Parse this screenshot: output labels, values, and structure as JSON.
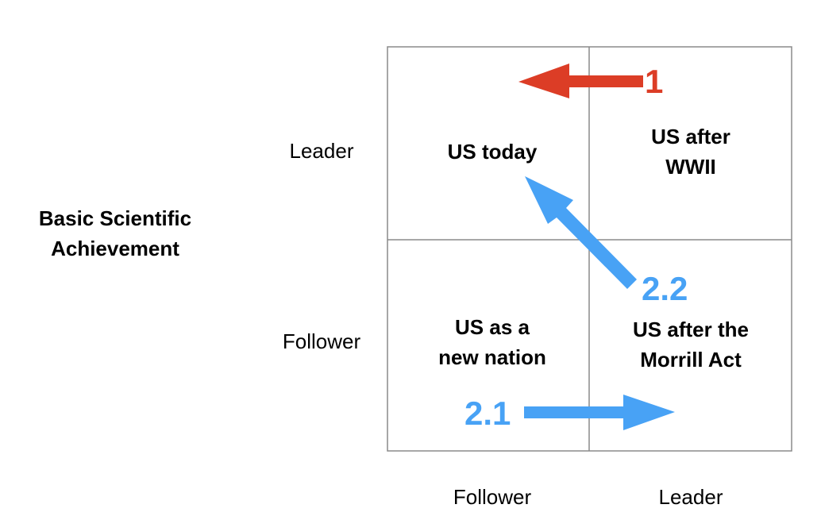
{
  "y_axis": {
    "title_line1": "Basic Scientific",
    "title_line2": "Achievement",
    "top_label": "Leader",
    "bottom_label": "Follower"
  },
  "x_axis": {
    "left_label": "Follower",
    "right_label": "Leader"
  },
  "quadrants": {
    "top_left": {
      "line1": "US today"
    },
    "top_right": {
      "line1": "US after",
      "line2": "WWII"
    },
    "bottom_left": {
      "line1": "US as a",
      "line2": "new nation"
    },
    "bottom_right": {
      "line1": "US after the",
      "line2": "Morrill Act"
    }
  },
  "arrows": {
    "a1": {
      "label": "1",
      "color": "#dc3d26"
    },
    "a21": {
      "label": "2.1",
      "color": "#48a2f5"
    },
    "a22": {
      "label": "2.2",
      "color": "#48a2f5"
    }
  }
}
